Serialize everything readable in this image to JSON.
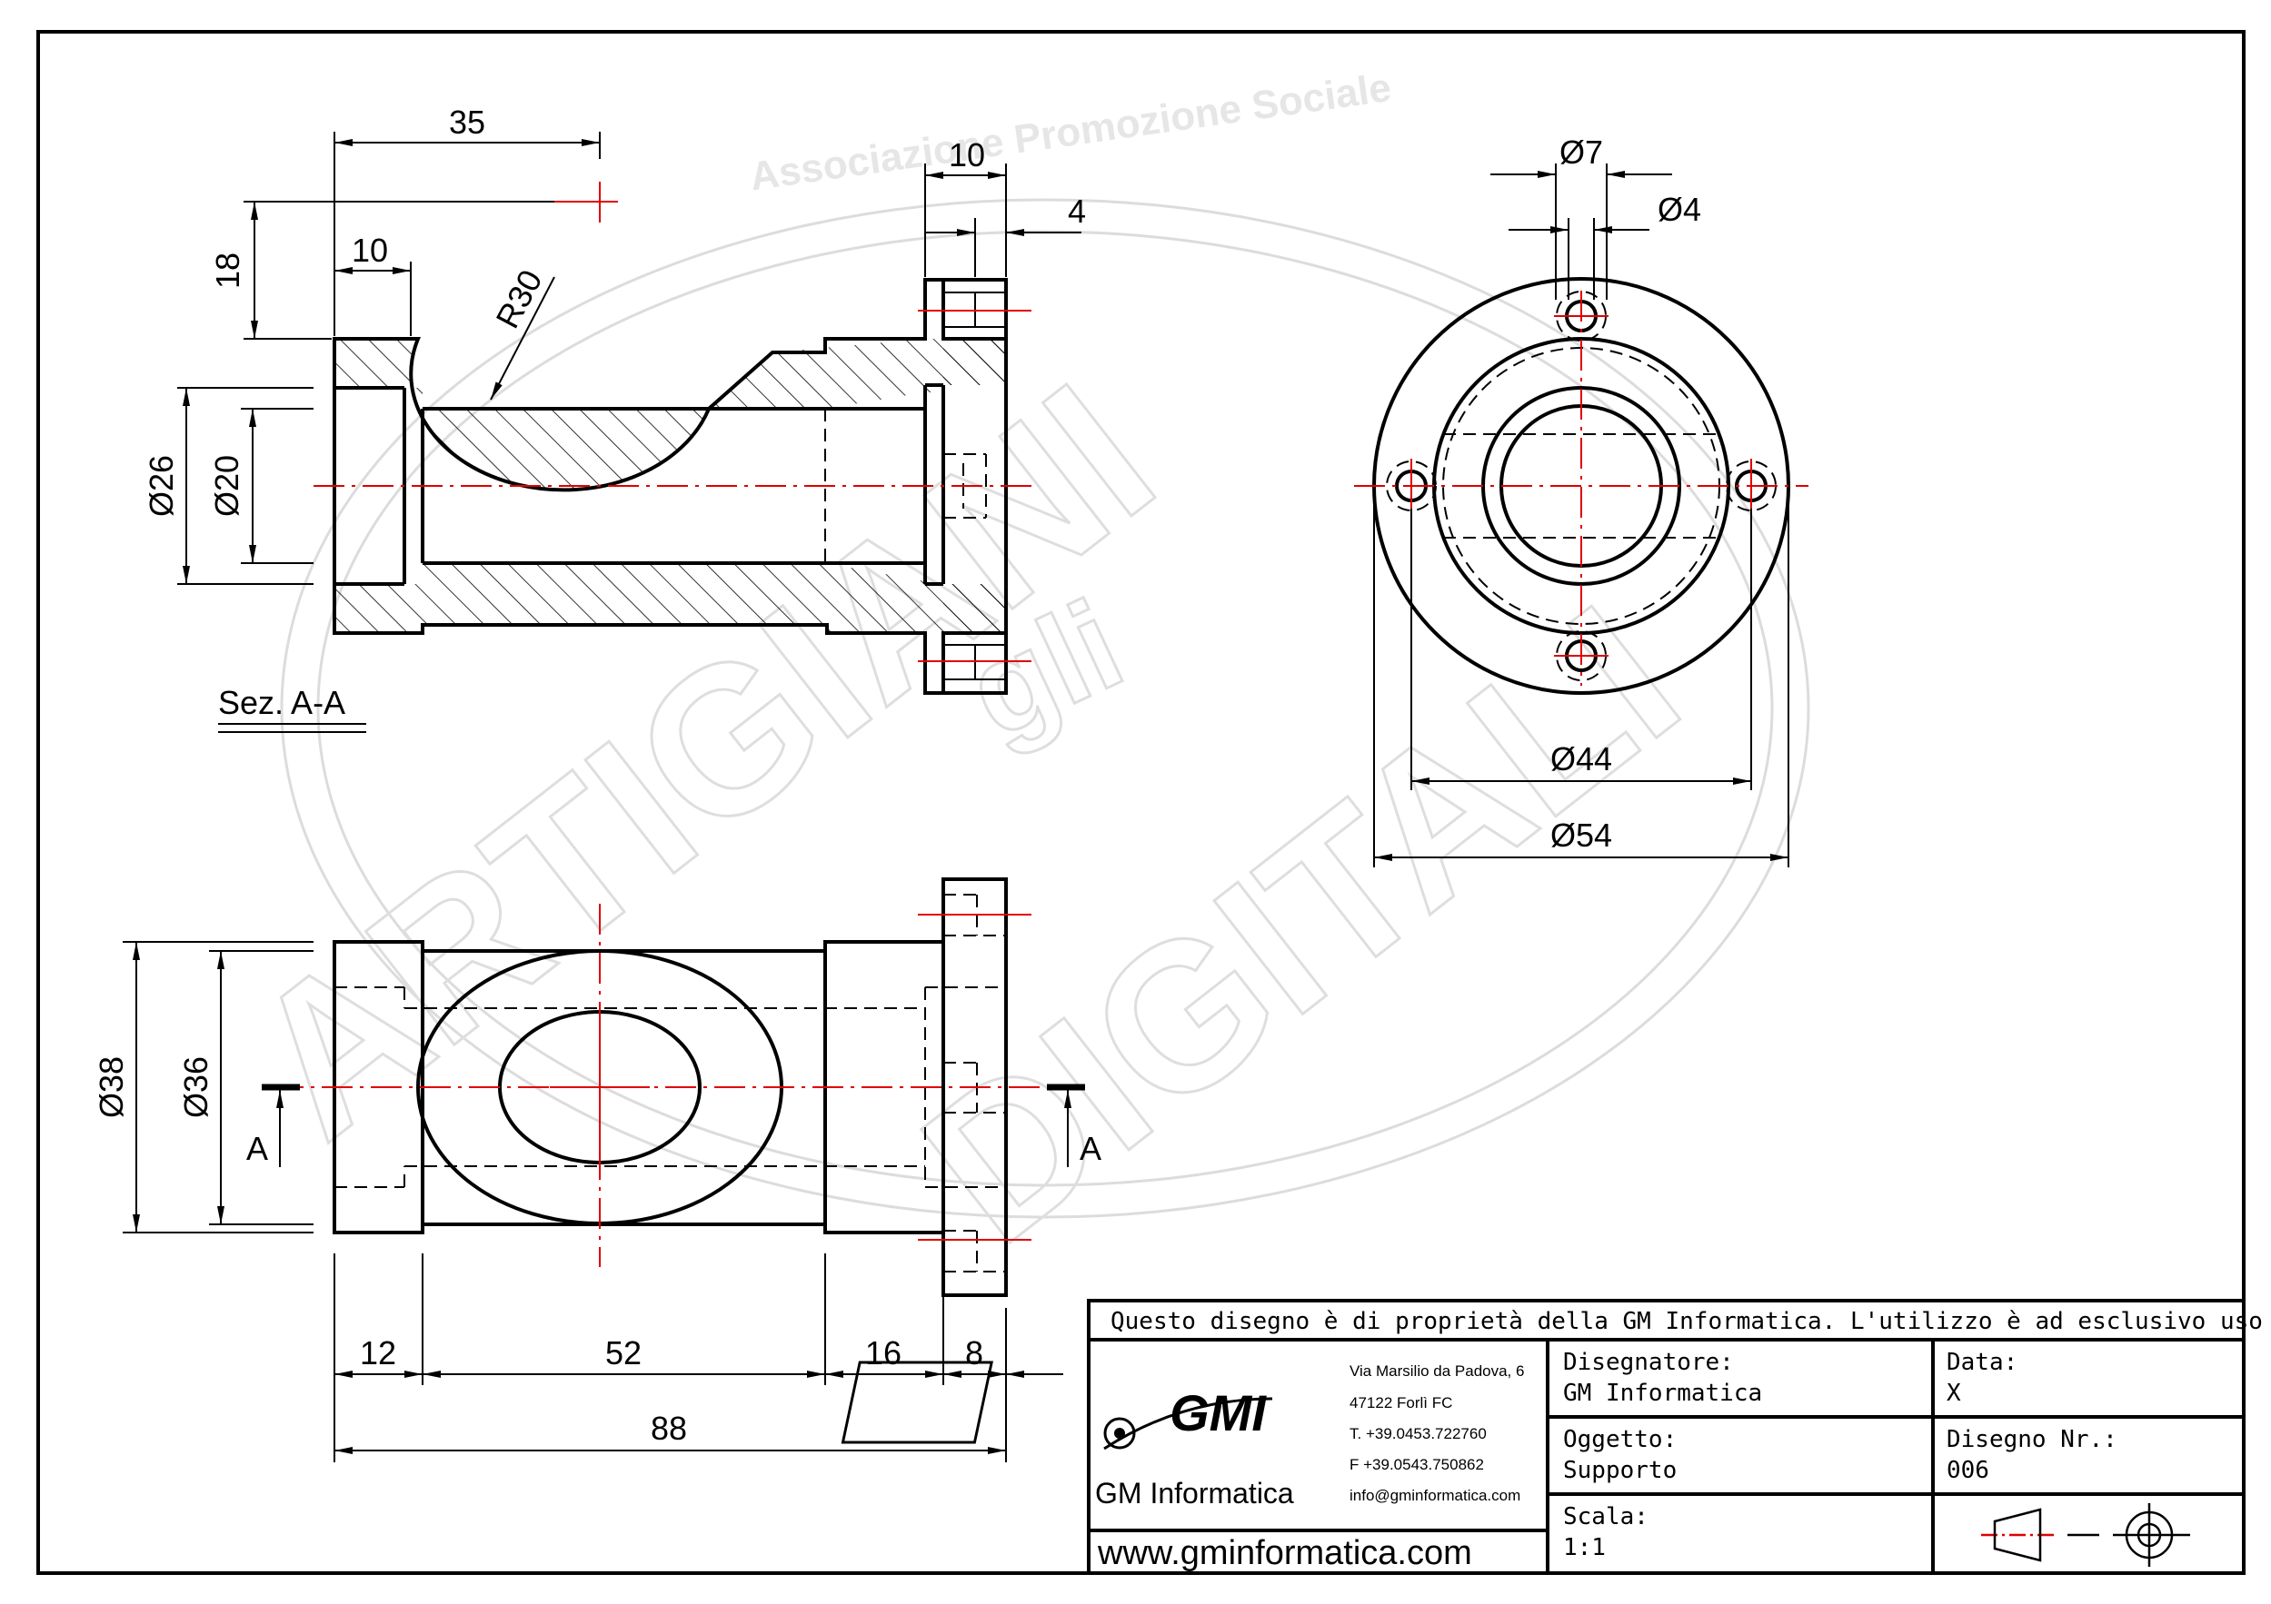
{
  "watermark": {
    "text_top": "Associazione Promozione Sociale",
    "text_left": "ARTIGIANI",
    "text_mid": "gli",
    "text_right": "DIGITALI",
    "color": "#dcdcdc"
  },
  "section_label": "Sez. A-A",
  "section_marks": {
    "left": "A",
    "right": "A"
  },
  "dimensions": {
    "d35": "35",
    "d18": "18",
    "d10_top": "10",
    "r30": "R30",
    "d26": "Ø26",
    "d20": "Ø20",
    "d10_flange": "10",
    "d4": "4",
    "d7": "Ø7",
    "d4_hole": "Ø4",
    "d44": "Ø44",
    "d54": "Ø54",
    "d38": "Ø38",
    "d36": "Ø36",
    "d12": "12",
    "d52": "52",
    "d16": "16",
    "d8": "8",
    "d88": "88"
  },
  "title_block": {
    "ownership": "Questo disegno è di proprietà della GM Informatica. L'utilizzo è ad esclusivo uso didattico.",
    "company_name": "GM Informatica",
    "logo_text": "GMI",
    "address1": "Via Marsilio da Padova, 6",
    "address2": "47122  Forlì  FC",
    "phone": "T. +39.0453.722760",
    "fax": "F +39.0543.750862",
    "email": "info@gminformatica.com",
    "website": "www.gminformatica.com",
    "designer_label": "Disegnatore:",
    "designer": "GM  Informatica",
    "date_label": "Data:",
    "date": "X",
    "object_label": "Oggetto:",
    "object": "Supporto",
    "drawing_no_label": "Disegno  Nr.:",
    "drawing_no": "006",
    "scale_label": "Scala:",
    "scale": "1:1"
  },
  "colors": {
    "line": "#000000",
    "center": "#e00000",
    "watermark": "#dcdcdc"
  }
}
